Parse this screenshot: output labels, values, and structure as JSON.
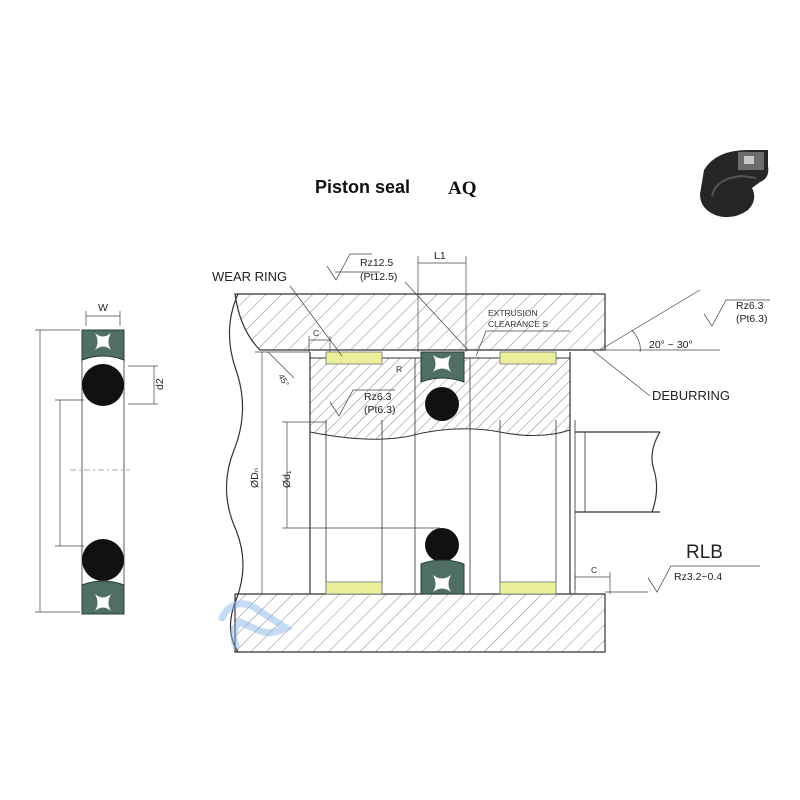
{
  "title": {
    "main": "Piston seal",
    "code": "AQ"
  },
  "labels": {
    "wear_ring": "WEAR RING",
    "rz125": "Rz12.5",
    "pt125": "(Pt12.5)",
    "l1": "L1",
    "extrusion_1": "EXTRUSION",
    "extrusion_2": "CLEARANCE S",
    "rz63_right": "Rz6.3",
    "pt63_right": "(Pt6.3)",
    "angle": "20° ~ 30°",
    "deburring": "DEBURRING",
    "rz63_mid": "Rz6.3",
    "pt63_mid": "(Pt6.3)",
    "rlb": "RLB",
    "rz32": "Rz3.2~0.4",
    "c_top": "C",
    "c_bottom": "C",
    "chamfer": "45°",
    "od": "ØDₙ",
    "id": "Ød₁",
    "w": "W",
    "d2": "d2",
    "r_mark": "R"
  },
  "colors": {
    "seal_ring": "#4f6e64",
    "oring": "#111111",
    "wear_ring": "#ecef9a",
    "hatch": "#8a8a8a",
    "line": "#333333",
    "watermark": "#7fb0e6"
  }
}
